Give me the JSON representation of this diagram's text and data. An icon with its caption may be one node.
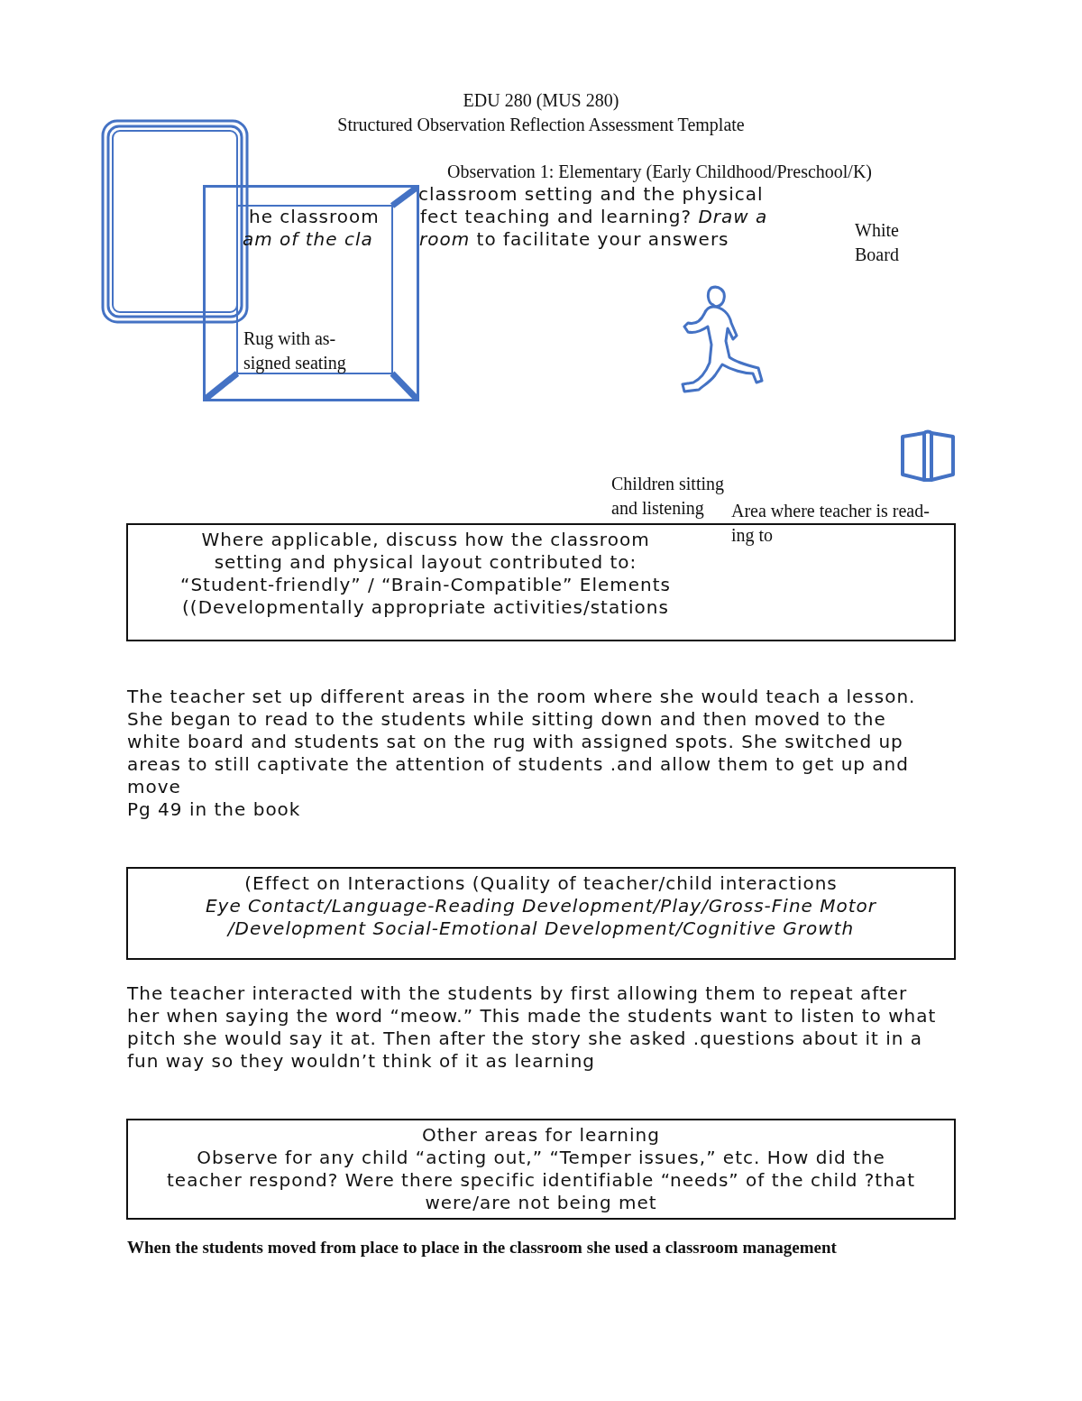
{
  "diagram": {
    "nodes": [
      {
        "text": [],
        "shape": "box"
      },
      {
        "text": [
          "Rug with as- signed seating"
        ]
      },
      {
        "text": [
          "Where applicable, discuss how the classroom setting and physical layout contributed to: “Student-friendly” / “Brain-Compatible” Elements ((Developmentally appropriate activities/stations"
        ]
      },
      {
        "text": [
          "(Effect on Interactions (Quality of teacher/child interactions",
          "Eye Contact/Language-Reading Development/Play/Gross-Fine Motor /Development Social-Emotional Development/Cognitive Growth"
        ]
      },
      {
        "text": [
          "Other areas for learning",
          "Observe for any child “acting out,” “Temper issues,” etc. How did the teacher respond?  Were there specific identifiable “needs” of the child ?that were/are not being met"
        ]
      }
    ],
    "edges": [],
    "labels": [
      "EDU 280 (MUS 280)",
      "Structured Observation Reflection Assessment Template",
      "Observation 1: Elementary (Early Childhood/Preschool/K)",
      "classroom setting and the physical",
      "he classroom",
      "fect teaching and learning? *Draw a*",
      "am of the cla",
      "*room* to facilitate your answers",
      "White Board",
      "Children sitting and listening",
      "Area where teacher is read- ing to",
      "The teacher set up different areas in the room where she would teach a lesson. She began to read to the students while sitting down and then moved to the white board and students sat on the rug with assigned spots. She switched up areas to still captivate the attention of students .and allow them to get up and move",
      "Pg 49 in the book",
      "The teacher interacted with the students by first allowing them to repeat after her when saying the word “meow.” This made the students want to listen to what pitch she would say it at. Then after the story she asked .questions about it in a fun way so they wouldn’t think of it as learning",
      "When the students moved from place to place in the classroom she used a classroom management"
    ]
  }
}
